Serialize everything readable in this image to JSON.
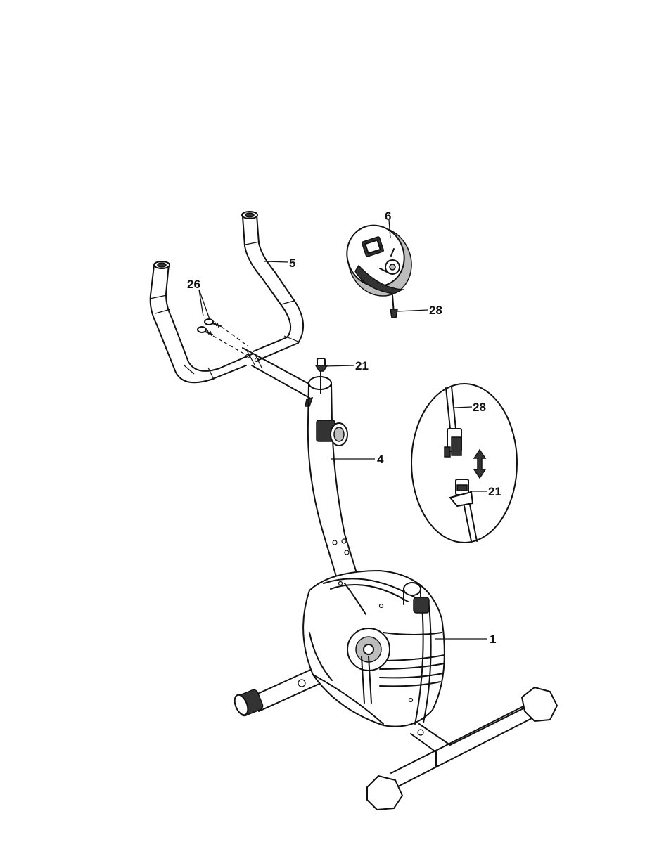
{
  "labels": {
    "console": "6",
    "handlebar": "5",
    "bolts": "26",
    "console_cable": "28",
    "sensor_wire": "21",
    "upright_post": "4",
    "main_frame": "1",
    "inset_cable": "28",
    "inset_wire": "21"
  },
  "colors": {
    "line": "#111111",
    "light_fill": "#bdbdbd",
    "dark_fill": "#333333",
    "background": "#ffffff"
  },
  "icons": {
    "connect_arrow": "double-arrow-icon"
  }
}
